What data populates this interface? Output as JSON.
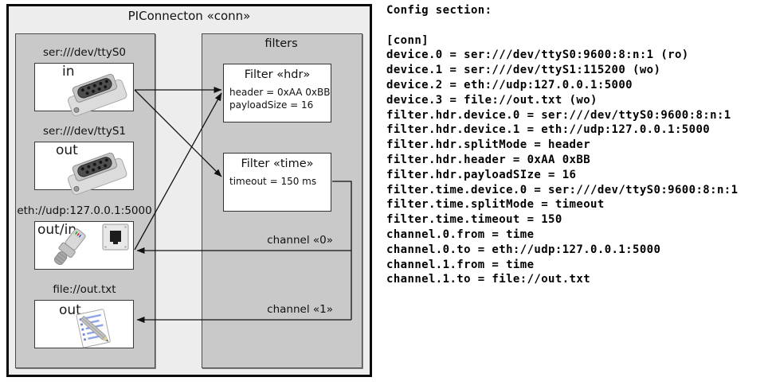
{
  "diagram": {
    "title": "PIConnecton «conn»",
    "filters_panel_label": "filters",
    "devices": [
      {
        "label": "ser:///dev/ttyS0",
        "direction": "in",
        "icon": "serial-connector-icon"
      },
      {
        "label": "ser:///dev/ttyS1",
        "direction": "out",
        "icon": "serial-connector-icon"
      },
      {
        "label": "eth://udp:127.0.0.1:5000",
        "direction": "out/in",
        "icon": "ethernet-jack-and-plug-icon"
      },
      {
        "label": "file://out.txt",
        "direction": "out",
        "icon": "notepad-pencil-icon"
      }
    ],
    "filters": [
      {
        "title": "Filter «hdr»",
        "attrs": [
          "header = 0xAA 0xBB",
          "payloadSize = 16"
        ]
      },
      {
        "title": "Filter «time»",
        "attrs": [
          "timeout = 150 ms"
        ]
      }
    ],
    "channels": [
      {
        "label": "channel «0»"
      },
      {
        "label": "channel «1»"
      }
    ]
  },
  "config": {
    "heading": "Config section:",
    "lines": [
      "[conn]",
      "device.0 = ser:///dev/ttyS0:9600:8:n:1 (ro)",
      "device.1 = ser:///dev/ttyS1:115200 (wo)",
      "device.2 = eth://udp:127.0.0.1:5000",
      "device.3 = file://out.txt (wo)",
      "filter.hdr.device.0 = ser:///dev/ttyS0:9600:8:n:1",
      "filter.hdr.device.1 = eth://udp:127.0.0.1:5000",
      "filter.hdr.splitMode = header",
      "filter.hdr.header = 0xAA 0xBB",
      "filter.hdr.payloadSIze = 16",
      "filter.time.device.0 = ser:///dev/ttyS0:9600:8:n:1",
      "filter.time.splitMode = timeout",
      "filter.time.timeout = 150",
      "channel.0.from = time",
      "channel.0.to = eth://udp:127.0.0.1:5000",
      "channel.1.from = time",
      "channel.1.to = file://out.txt"
    ]
  },
  "colors": {
    "outer_fill": "#ededed",
    "panel_fill": "#c9c9c9",
    "panel_border": "#4a4a4a",
    "box_fill": "#ffffff",
    "line": "#111111",
    "text": "#000000"
  }
}
